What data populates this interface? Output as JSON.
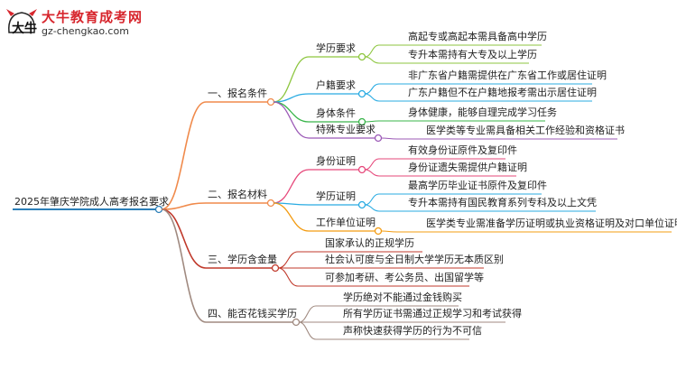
{
  "brand": {
    "title": "大牛教育成考网",
    "url": "gz-chengkao.com",
    "mark_text": "大牛"
  },
  "mindmap": {
    "root": "2025年肇庆学院成人高考报名要求",
    "branches": [
      {
        "label": "一、报名条件",
        "color": "#f08a4b",
        "children": [
          {
            "label": "学历要求",
            "color": "#8dc63f",
            "leaves": [
              "高起专或高起本需具备高中学历",
              "专升本需持有大专及以上学历"
            ]
          },
          {
            "label": "户籍要求",
            "color": "#29abe2",
            "leaves": [
              "非广东省户籍需提供在广东省工作或居住证明",
              "广东户籍但不在户籍地报考需出示居住证明"
            ]
          },
          {
            "label": "身体条件",
            "color": "#39b54a",
            "leaves": [
              "身体健康，能够自理完成学习任务"
            ]
          },
          {
            "label": "特殊专业要求",
            "color": "#9b59b6",
            "leaves": [
              "医学类等专业需具备相关工作经验和资格证书"
            ]
          }
        ]
      },
      {
        "label": "二、报名材料",
        "color": "#f08a4b",
        "children": [
          {
            "label": "身份证明",
            "color": "#e6477a",
            "leaves": [
              "有效身份证原件及复印件",
              "身份证遗失需提供户籍证明"
            ]
          },
          {
            "label": "学历证明",
            "color": "#29abe2",
            "leaves": [
              "最高学历毕业证书原件及复印件",
              "专升本需持有国民教育系列专科及以上文凭"
            ]
          },
          {
            "label": "工作单位证明",
            "color": "#f39c12",
            "leaves": [
              "医学类专业需准备学历证明或执业资格证明及对口单位证明"
            ]
          }
        ]
      },
      {
        "label": "三、学历含金量",
        "color": "#c0392b",
        "leaves": [
          "国家承认的正规学历",
          "社会认可度与全日制大学学历无本质区别",
          "可参加考研、考公务员、出国留学等"
        ]
      },
      {
        "label": "四、能否花钱买学历",
        "color": "#a08a80",
        "leaves": [
          "学历绝对不能通过金钱购买",
          "所有学历证书需通过正规学习和考试获得",
          "声称快速获得学历的行为不可信"
        ]
      }
    ]
  }
}
